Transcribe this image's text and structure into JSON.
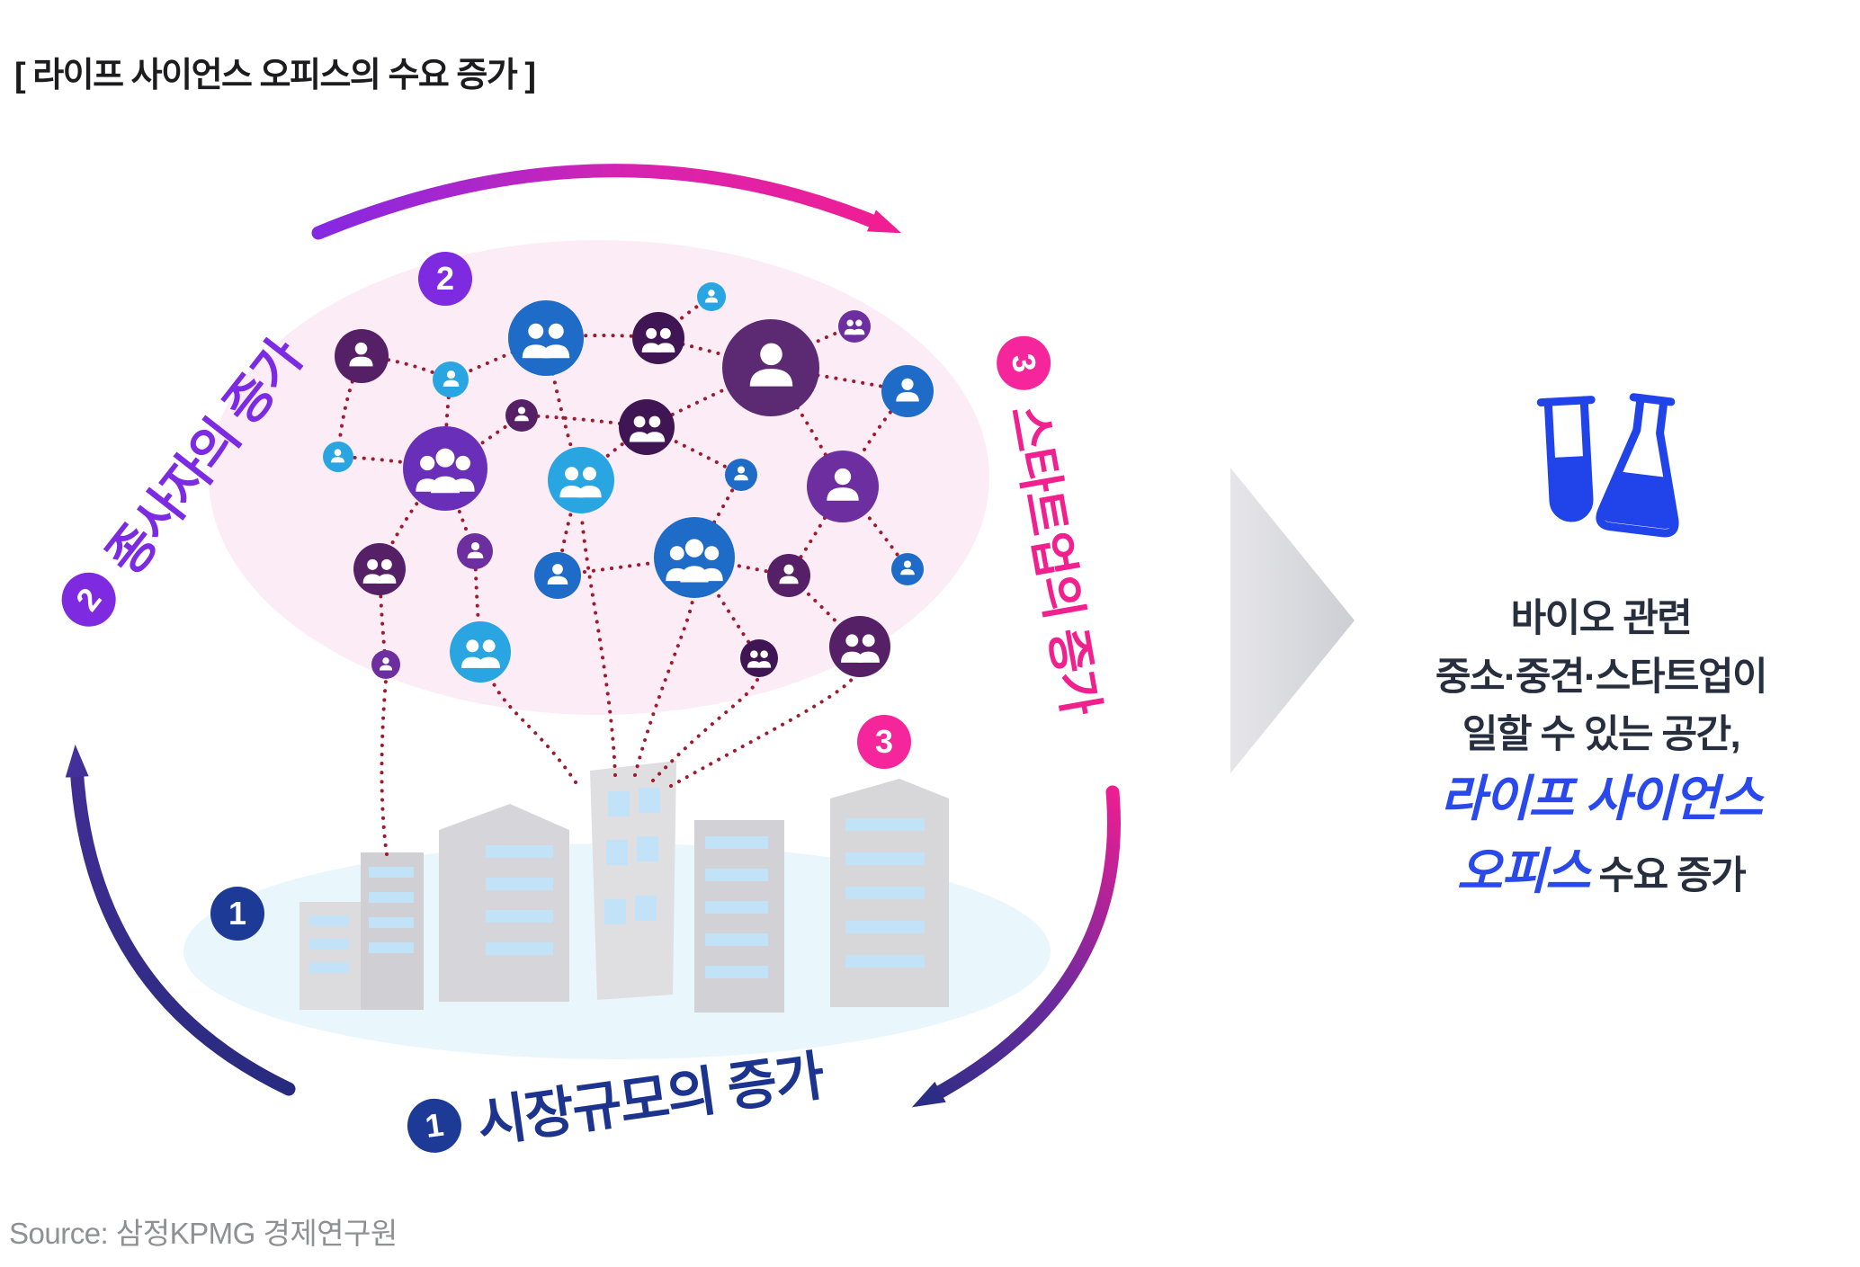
{
  "page": {
    "title": "[ 라이프 사이언스 오피스의 수요 증가 ]",
    "source": "Source: 삼정KPMG 경제연구원"
  },
  "cycle": {
    "step1": {
      "num": "1",
      "label": "시장규모의 증가",
      "color": "#1d3a96"
    },
    "step2": {
      "num": "2",
      "label": "종사자의 증가",
      "color": "#7e2ae0"
    },
    "step3": {
      "num": "3",
      "label": "스타트업의 증가",
      "color": "#f5269c"
    }
  },
  "result": {
    "icon": "lab-flask-icon",
    "accent_color": "#2a49ec",
    "line1": "바이오 관련",
    "line2": "중소·중견·스타트업이",
    "line3": "일할 수 있는 공간,",
    "highlight_line1": "라이프 사이언스",
    "highlight_line2": "오피스",
    "suffix": "수요 증가"
  }
}
